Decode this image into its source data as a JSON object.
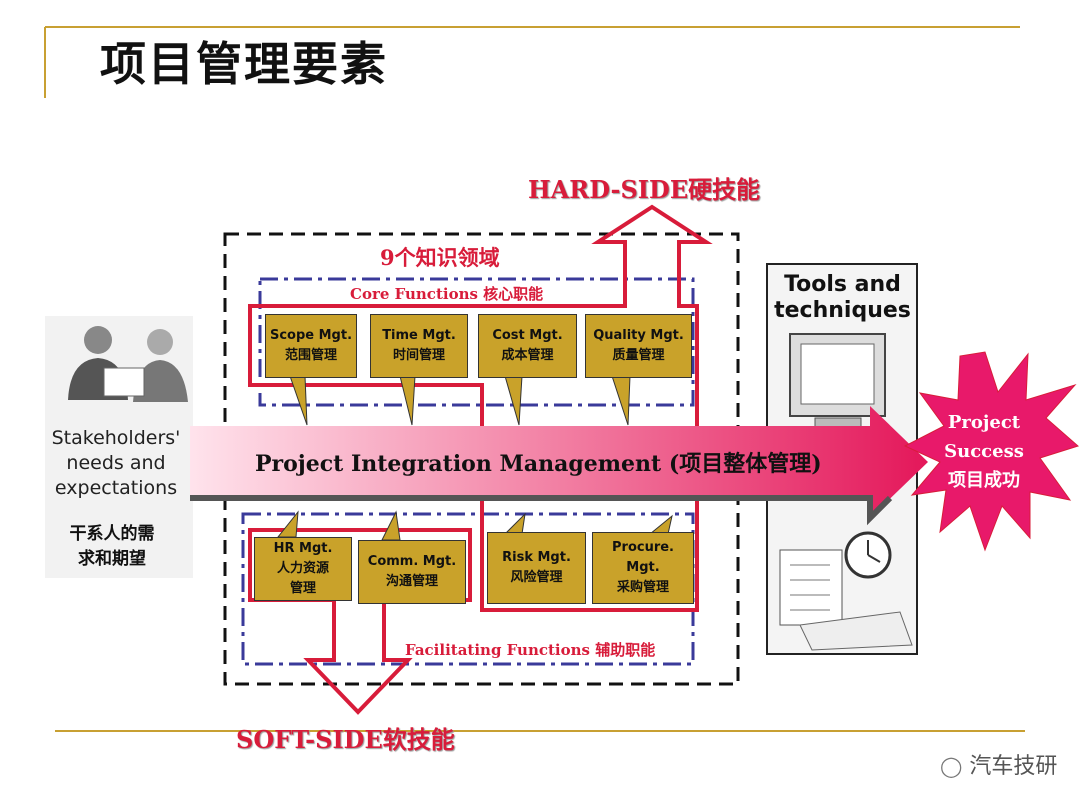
{
  "title": "项目管理要素",
  "hard_side": "HARD-SIDE硬技能",
  "soft_side": "SOFT-SIDE软技能",
  "nine_areas": "9个知识领域",
  "core_functions": "Core Functions 核心职能",
  "facilitating_functions": "Facilitating Functions 辅助职能",
  "core_boxes": [
    {
      "en": "Scope Mgt.",
      "cn": "范围管理"
    },
    {
      "en": "Time Mgt.",
      "cn": "时间管理"
    },
    {
      "en": "Cost Mgt.",
      "cn": "成本管理"
    },
    {
      "en": "Quality Mgt.",
      "cn": "质量管理"
    }
  ],
  "facil_boxes": [
    {
      "en": "HR Mgt.",
      "cn1": "人力资源",
      "cn2": "管理"
    },
    {
      "en": "Comm. Mgt.",
      "cn1": "沟通管理",
      "cn2": ""
    },
    {
      "en": "Risk Mgt.",
      "cn1": "风险管理",
      "cn2": ""
    },
    {
      "en": "Procure.",
      "cn1": "Mgt.",
      "cn2": "采购管理"
    }
  ],
  "integration": "Project Integration Management (项目整体管理)",
  "stakeholders": {
    "line1": "Stakeholders'",
    "line2": "needs and",
    "line3": "expectations",
    "cn1": "干系人的需",
    "cn2": "求和期望"
  },
  "tools": {
    "line1": "Tools and",
    "line2": "techniques"
  },
  "success": {
    "line1": "Project",
    "line2": "Success",
    "line3": "项目成功"
  },
  "watermark": "汽车技研",
  "colors": {
    "accent_red": "#d81c3a",
    "box_gold": "#c9a22a",
    "arrow_pink": "#e8336b",
    "line_gold": "#c8a032",
    "dash_blue": "#3a3a9a"
  }
}
